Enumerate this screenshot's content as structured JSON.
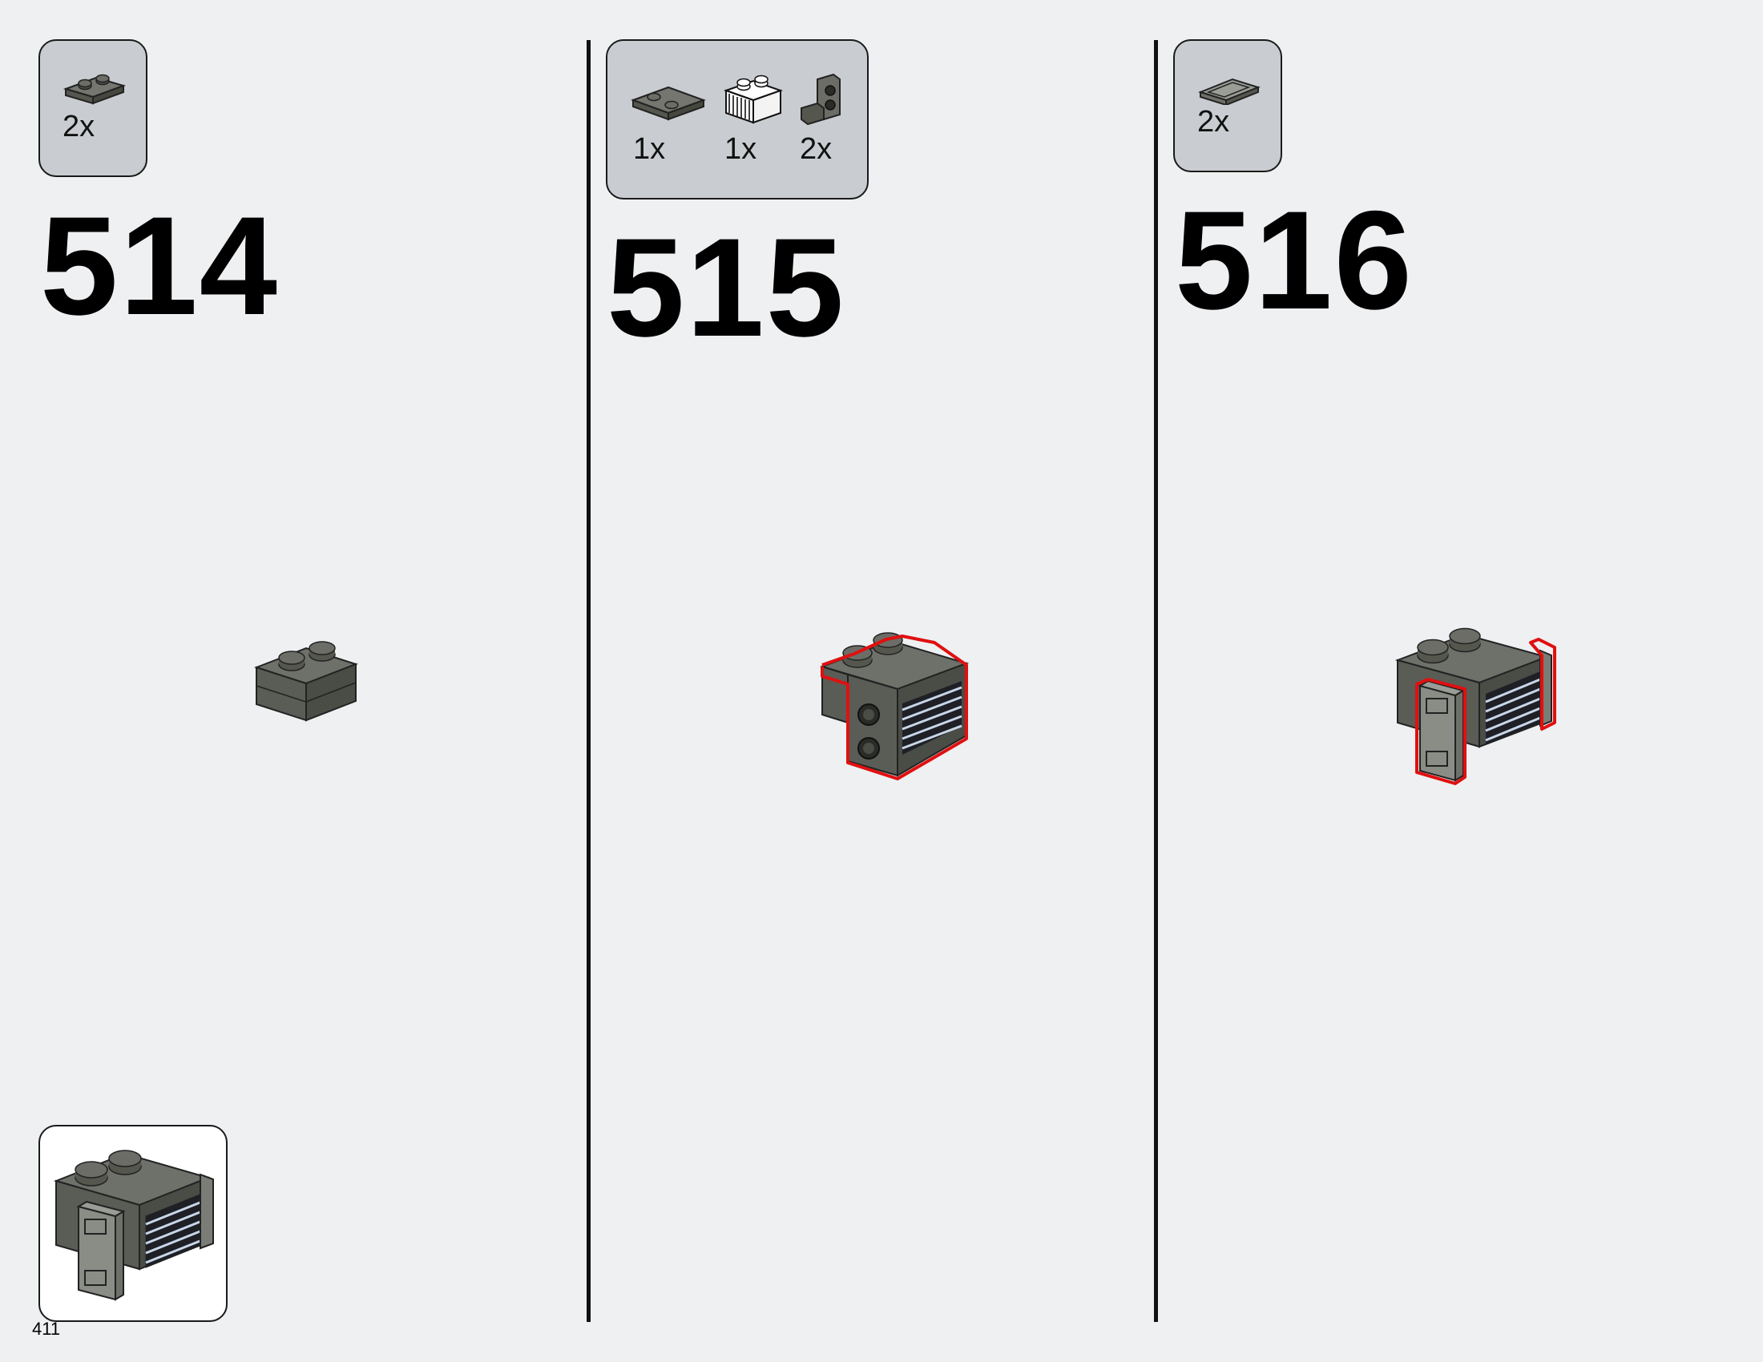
{
  "page_number": "411",
  "steps": [
    {
      "number": "514",
      "parts": [
        {
          "icon": "plate-1x2-icon",
          "qty": "2x"
        }
      ]
    },
    {
      "number": "515",
      "parts": [
        {
          "icon": "plate-2x2-corner-icon",
          "qty": "1x"
        },
        {
          "icon": "grille-brick-1x2-icon",
          "qty": "1x"
        },
        {
          "icon": "bracket-1x1-icon",
          "qty": "2x"
        }
      ]
    },
    {
      "number": "516",
      "parts": [
        {
          "icon": "tile-1x2-grille-icon",
          "qty": "2x"
        }
      ]
    }
  ],
  "colors": {
    "background": "#eef0f2",
    "parts_box": "#c9ccd0",
    "brick": "#5f615c",
    "highlight": "#e01010"
  }
}
